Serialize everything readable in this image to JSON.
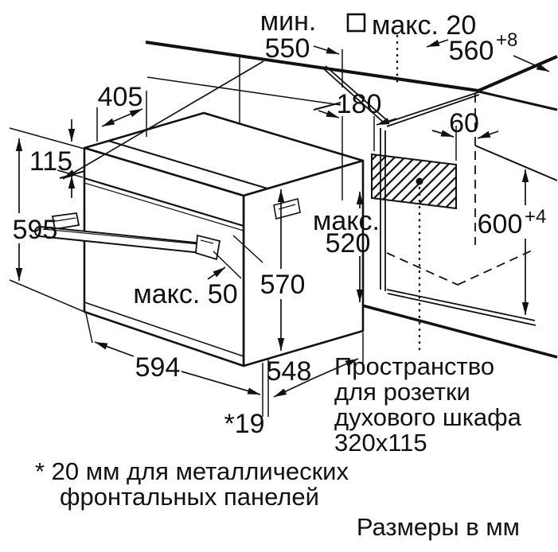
{
  "dims": {
    "d550_label": "мин.",
    "d550": "550",
    "d20": "макс. 20",
    "d560": "560",
    "d560_tol": "+8",
    "d405": "405",
    "d115": "115",
    "d595": "595",
    "d180": "180",
    "d60": "60",
    "d520_l1": "макс.",
    "d520_l2": "520",
    "d600": "600",
    "d600_tol": "+4",
    "d570": "570",
    "d50": "макс. 50",
    "d594": "594",
    "d548": "548",
    "d19": "*19"
  },
  "notes": {
    "socket_l1": "Пространство",
    "socket_l2": "для розетки",
    "socket_l3": "духового шкафа",
    "socket_l4": "320x115",
    "footnote_l1": "* 20 мм для металлических",
    "footnote_l2": "фронтальных панелей",
    "units": "Размеры в мм"
  },
  "colors": {
    "ink": "#111111",
    "paper": "#ffffff"
  }
}
